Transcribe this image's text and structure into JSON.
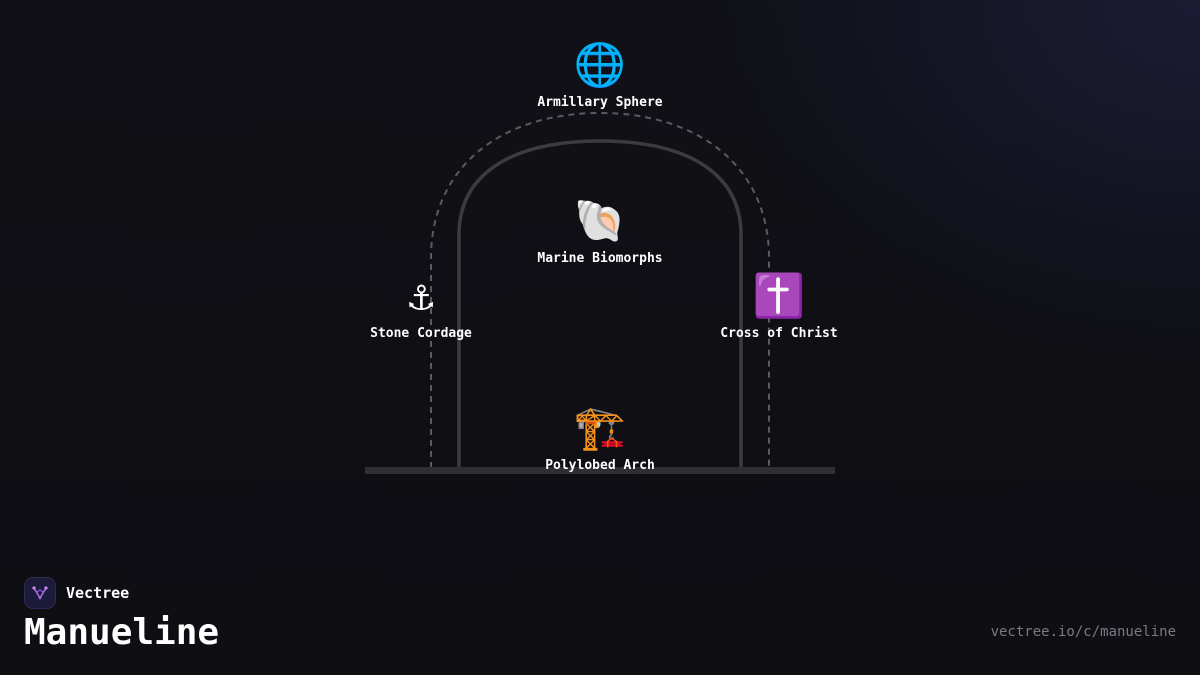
{
  "diagram": {
    "nodes": [
      {
        "id": "armillary",
        "icon": "🌐",
        "icon_name": "globe-icon",
        "label": "Armillary Sphere"
      },
      {
        "id": "marine",
        "icon": "🐚",
        "icon_name": "spiral-shell-icon",
        "label": "Marine Biomorphs"
      },
      {
        "id": "cordage",
        "icon": "⚓",
        "icon_name": "anchor-icon",
        "label": "Stone Cordage"
      },
      {
        "id": "cross",
        "icon": "✝️",
        "icon_name": "latin-cross-icon",
        "label": "Cross of Christ"
      },
      {
        "id": "polylobed",
        "icon": "🏗️",
        "icon_name": "construction-crane-icon",
        "label": "Polylobed Arch"
      }
    ]
  },
  "footer": {
    "brand_name": "Vectree",
    "title": "Manueline",
    "url": "vectree.io/c/manueline"
  },
  "colors": {
    "background": "#0f0f14",
    "arch_stroke": "#3c3c40",
    "dashed_stroke": "#5a5a60",
    "logo_accent": "#b06ee8",
    "url_text": "#7a7a85"
  }
}
